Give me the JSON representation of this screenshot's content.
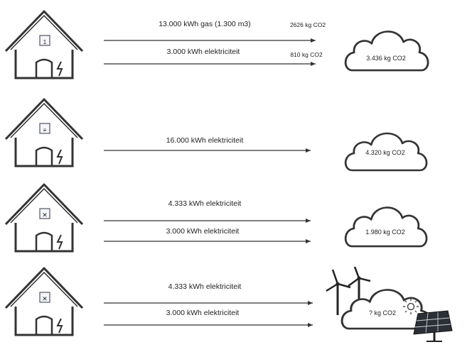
{
  "rows": [
    {
      "arrows": [
        {
          "label": "13.000 kWh gas (1.300 m3)",
          "value": "2626 kg CO2"
        },
        {
          "label": "3.000 kWh elektriciteit",
          "value": "810 kg CO2"
        }
      ],
      "cloud": "3.436 kg CO2"
    },
    {
      "arrows": [
        {
          "label": "16.000 kWh elektriciteit",
          "value": ""
        }
      ],
      "cloud": "4.320 kg CO2"
    },
    {
      "arrows": [
        {
          "label": "4.333 kWh elektriciteit",
          "value": ""
        },
        {
          "label": "3.000 kWh elektriciteit",
          "value": ""
        }
      ],
      "cloud": "1.980 kg CO2"
    },
    {
      "arrows": [
        {
          "label": "4.333 kWh elektriciteit",
          "value": ""
        },
        {
          "label": "3.000 kWh elektriciteit",
          "value": ""
        }
      ],
      "cloud": "? kg CO2"
    }
  ]
}
